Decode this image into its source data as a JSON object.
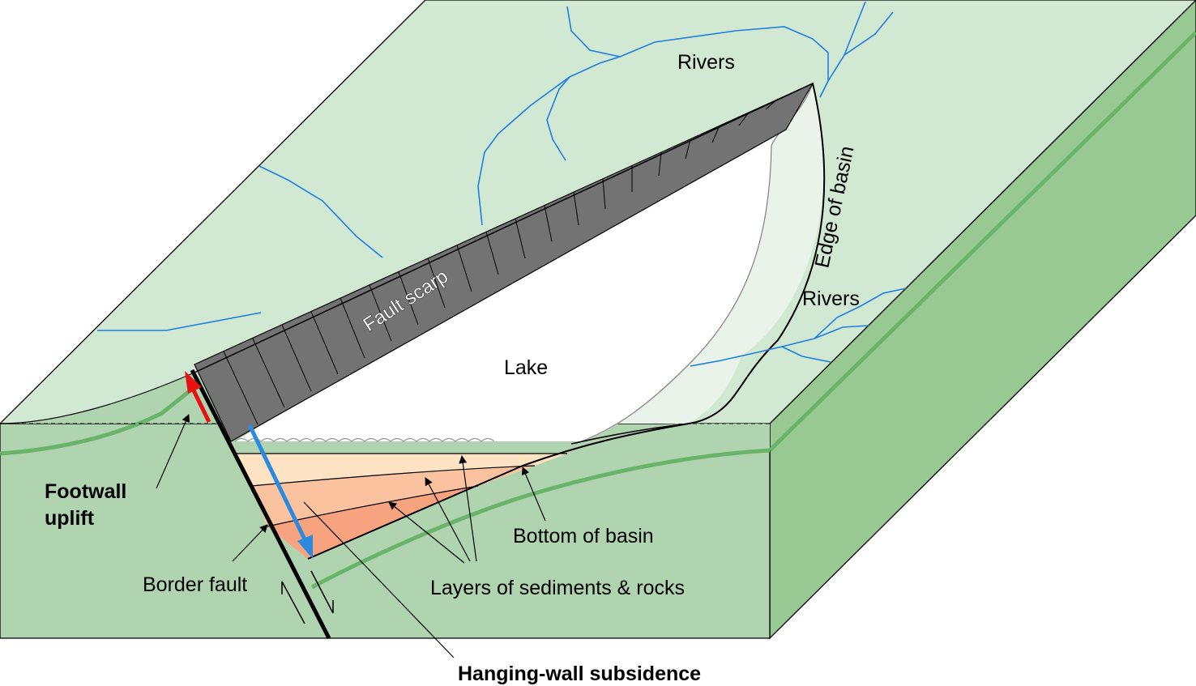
{
  "labels": {
    "rivers_top": "Rivers",
    "rivers_right": "Rivers",
    "edge_of_basin": "Edge of basin",
    "fault_scarp": "Fault scarp",
    "lake": "Lake",
    "footwall_uplift_line1": "Footwall",
    "footwall_uplift_line2": "uplift",
    "border_fault": "Border fault",
    "bottom_of_basin": "Bottom of basin",
    "layers": "Layers of sediments & rocks",
    "hanging_wall_subsidence": "Hanging-wall subsidence"
  },
  "colors": {
    "top_surface": "#d1e8d2",
    "front_face": "#b0d4b0",
    "side_face": "#99c993",
    "stratum_line": "#6ab36a",
    "river": "#1f7fe0",
    "fault_scarp": "#737373",
    "sediment_1": "#fde2c4",
    "sediment_2": "#fbc29f",
    "sediment_3": "#f7a380",
    "footwall_arrow": "#e81010",
    "hangingwall_arrow": "#2a8ae0"
  }
}
